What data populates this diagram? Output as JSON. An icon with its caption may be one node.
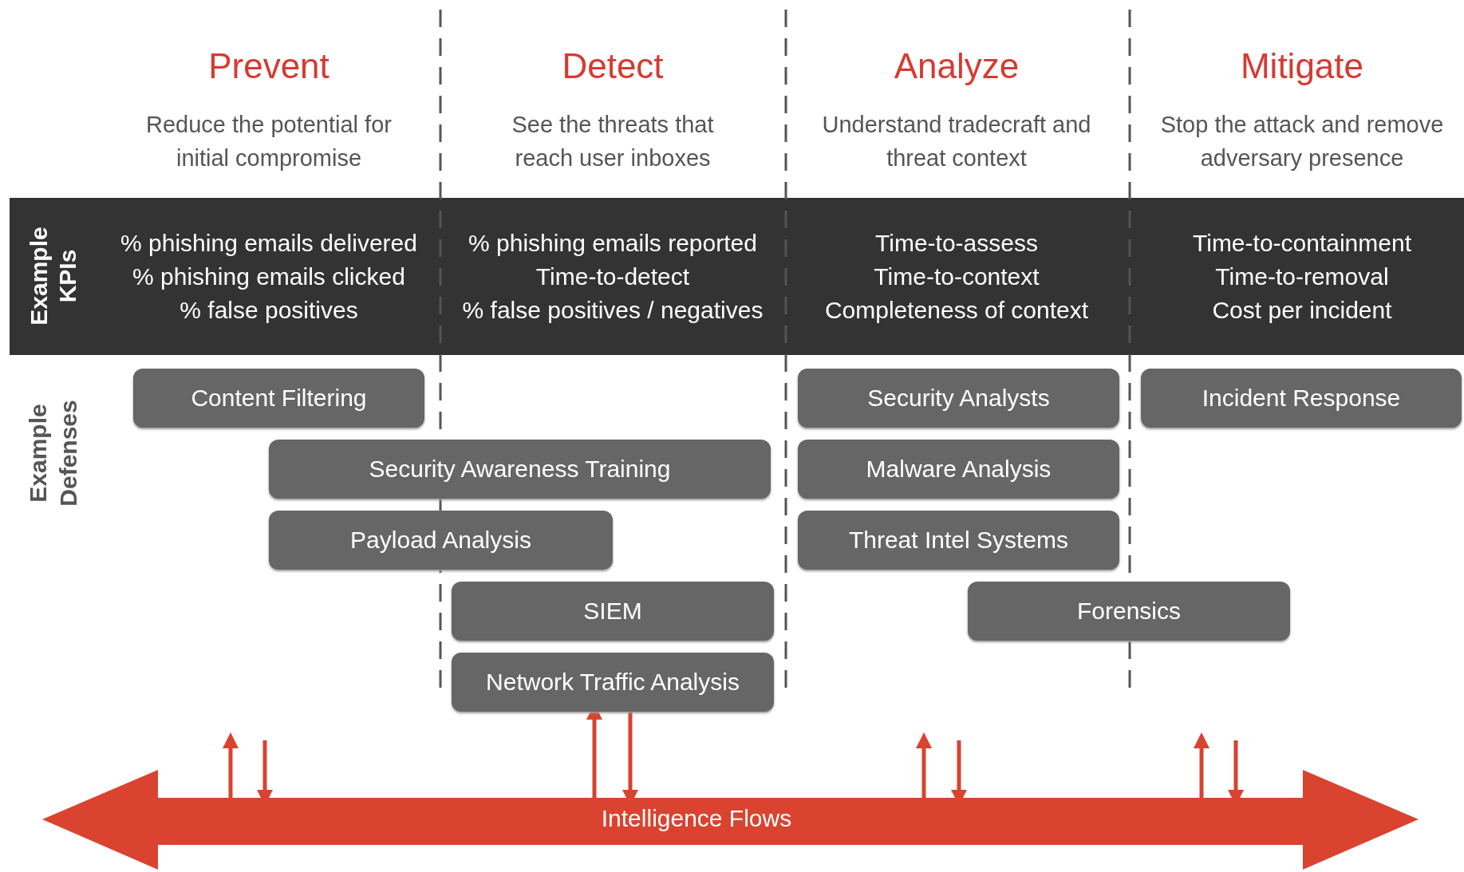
{
  "diagram": {
    "nodes": [
      {
        "text": [
          "Example KPIs",
          "% phishing emails delivered",
          "% phishing emails clicked",
          "% false positives",
          "% phishing emails reported",
          "Time-to-detect",
          "% false positives / negatives",
          "Time-to-assess",
          "Time-to-context",
          "Completeness of context",
          "Time-to-containment",
          "Time-to-removal",
          "Cost per incident"
        ]
      },
      {
        "text": [
          "Content Filtering"
        ]
      },
      {
        "text": [
          "Security Analysts"
        ]
      },
      {
        "text": [
          "Incident Response"
        ]
      },
      {
        "text": [
          "Security Awareness Training"
        ]
      },
      {
        "text": [
          "Malware Analysis"
        ]
      },
      {
        "text": [
          "Payload Analysis"
        ]
      },
      {
        "text": [
          "Threat Intel Systems"
        ]
      },
      {
        "text": [
          "SIEM"
        ]
      },
      {
        "text": [
          "Forensics"
        ]
      },
      {
        "text": [
          "Network Traffic Analysis"
        ]
      },
      {
        "text": [
          "Intelligence Flows"
        ]
      }
    ],
    "edges": [
      {
        "from": 11,
        "to": null,
        "arrow": "to"
      },
      {
        "from": null,
        "to": 11,
        "arrow": "to"
      },
      {
        "from": 11,
        "to": 10,
        "arrow": "to"
      },
      {
        "from": 10,
        "to": 11,
        "arrow": "to"
      },
      {
        "from": 11,
        "to": null,
        "arrow": "to"
      },
      {
        "from": null,
        "to": 11,
        "arrow": "to"
      },
      {
        "from": 11,
        "to": null,
        "arrow": "to"
      },
      {
        "from": null,
        "to": 11,
        "arrow": "to"
      }
    ],
    "labels": [
      "Prevent",
      "Detect",
      "Analyze",
      "Mitigate",
      "Reduce the potential for initial compromise",
      "See the threats that reach user inboxes",
      "Understand tradecraft and threat context",
      "Stop the attack and remove adversary presence",
      "Example Defenses"
    ]
  }
}
